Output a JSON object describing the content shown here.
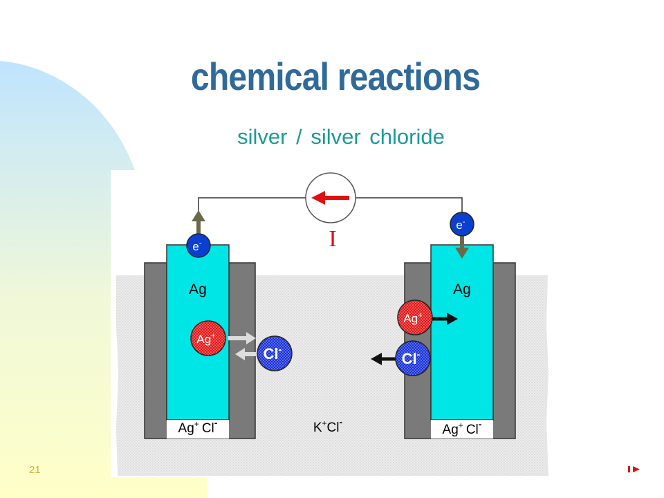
{
  "title": "chemical reactions",
  "subtitle": "silver / silver chloride",
  "slide_number": "21",
  "diagram": {
    "current_label": "I",
    "left_electrode": {
      "metal": "Ag",
      "electron": "e",
      "electron_charge": "-",
      "ion": "Ag",
      "ion_charge": "+",
      "bottom_cation": "Ag",
      "bottom_cation_charge": "+",
      "bottom_anion": "Cl",
      "bottom_anion_charge": "-"
    },
    "right_electrode": {
      "metal": "Ag",
      "electron": "e",
      "electron_charge": "-",
      "ion": "Ag",
      "ion_charge": "+",
      "bottom_cation": "Ag",
      "bottom_cation_charge": "+",
      "bottom_anion": "Cl",
      "bottom_anion_charge": "-"
    },
    "chloride_ion": "Cl",
    "chloride_charge": "-",
    "electrolyte": {
      "cation": "K",
      "cation_charge": "+",
      "anion": "Cl",
      "anion_charge": "-"
    }
  },
  "colors": {
    "title": "#2f6a9a",
    "subtitle": "#1a9a9a",
    "electrode": "#00e5e5",
    "holder": "#7a7a7a",
    "electron_ball": "#0a3fd0",
    "silver_ion_ball": "#e01818",
    "chloride_ball": "#1a2fd8",
    "arrow_red": "#e01010",
    "post_arrow": "#6a6a4a"
  }
}
